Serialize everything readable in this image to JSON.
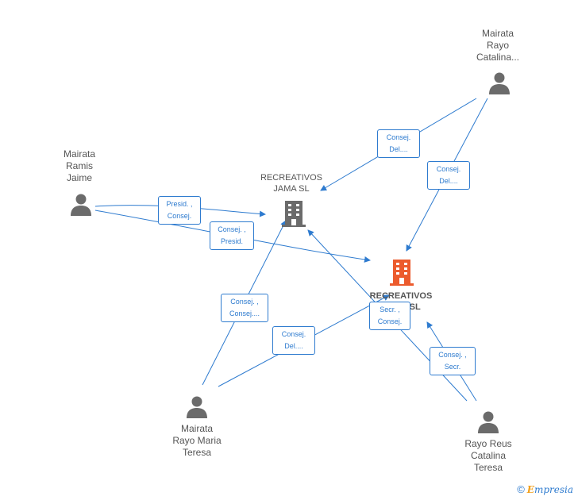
{
  "colors": {
    "edge": "#2e7bcf",
    "person": "#6b6b6b",
    "company": "#6b6b6b",
    "main_company": "#ec5b2d"
  },
  "people": [
    {
      "id": "p1",
      "name": "Mairata\nRayo\nCatalina..."
    },
    {
      "id": "p2",
      "name": "Mairata\nRamis\nJaime"
    },
    {
      "id": "p3",
      "name": "Mairata\nRayo Maria\nTeresa"
    },
    {
      "id": "p4",
      "name": "Rayo Reus\nCatalina\nTeresa"
    }
  ],
  "companies": [
    {
      "id": "c1",
      "name": "RECREATIVOS\nJAMA SL",
      "icon": "building-icon",
      "main": false
    },
    {
      "id": "c2",
      "name": "RECREATIVOS\nGUOS SL",
      "icon": "building-icon",
      "main": true
    }
  ],
  "edges": [
    {
      "from": "p1",
      "to": "c1",
      "label": "Consej.\nDel...."
    },
    {
      "from": "p1",
      "to": "c2",
      "label": "Consej.\nDel...."
    },
    {
      "from": "p2",
      "to": "c1",
      "label": "Presid. ,\nConsej."
    },
    {
      "from": "p2",
      "to": "c2",
      "label": "Consej. ,\nPresid."
    },
    {
      "from": "p3",
      "to": "c1",
      "label": "Consej. ,\nConsej...."
    },
    {
      "from": "p3",
      "to": "c2",
      "label": "Consej.\nDel...."
    },
    {
      "from": "p4",
      "to": "c1",
      "label": "Secr. ,\nConsej."
    },
    {
      "from": "p4",
      "to": "c2",
      "label": "Consej. ,\nSecr."
    }
  ],
  "brand": {
    "copyright": "©",
    "name_first": "E",
    "name_rest": "mpresia"
  }
}
